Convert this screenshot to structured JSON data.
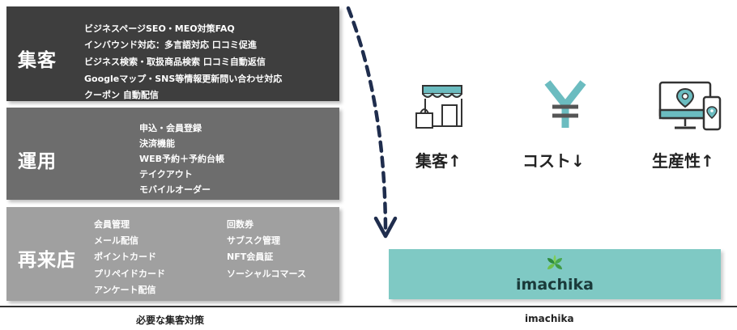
{
  "left_panel": {
    "acquisition": {
      "heading": "集客",
      "items": [
        "ビジネスページSEO・MEO対策FAQ",
        "インバウンド対応：多言語対応 口コミ促進",
        "ビジネス検索・取扱商品検索 口コミ自動返信",
        "Googleマップ・SNS等情報更新問い合わせ対応",
        "クーポン 自動配信"
      ]
    },
    "operation": {
      "heading": "運用",
      "items": [
        "申込・会員登録",
        "決済機能",
        "WEB予約＋予約台帳",
        "テイクアウト",
        "モバイルオーダー"
      ]
    },
    "repeat": {
      "heading": "再来店",
      "left_items": [
        "会員管理",
        "メール配信",
        "ポイントカード",
        "プリペイドカード",
        "アンケート配信"
      ],
      "right_items": [
        "回数券",
        "サブスク管理",
        "NFT会員証",
        "ソーシャルコマース"
      ]
    },
    "caption": "必要な集客対策"
  },
  "right_panel": {
    "metrics": [
      {
        "label": "集客↑",
        "icon": "storefront-shopping-bag-icon"
      },
      {
        "label": "コスト↓",
        "icon": "yen-icon"
      },
      {
        "label": "生産性↑",
        "icon": "devices-location-pin-icon"
      }
    ],
    "product": {
      "logo_text": "imachika",
      "logo_icon": "green-clover-icon"
    },
    "caption": "imachika"
  },
  "colors": {
    "band_dark": "#3e3e3e",
    "band_mid": "#6d6d6d",
    "band_light": "#a0a0a0",
    "teal_box": "#7fc9c4",
    "icon_teal": "#6bbcc0",
    "arrow_navy": "#1f2d4d"
  }
}
